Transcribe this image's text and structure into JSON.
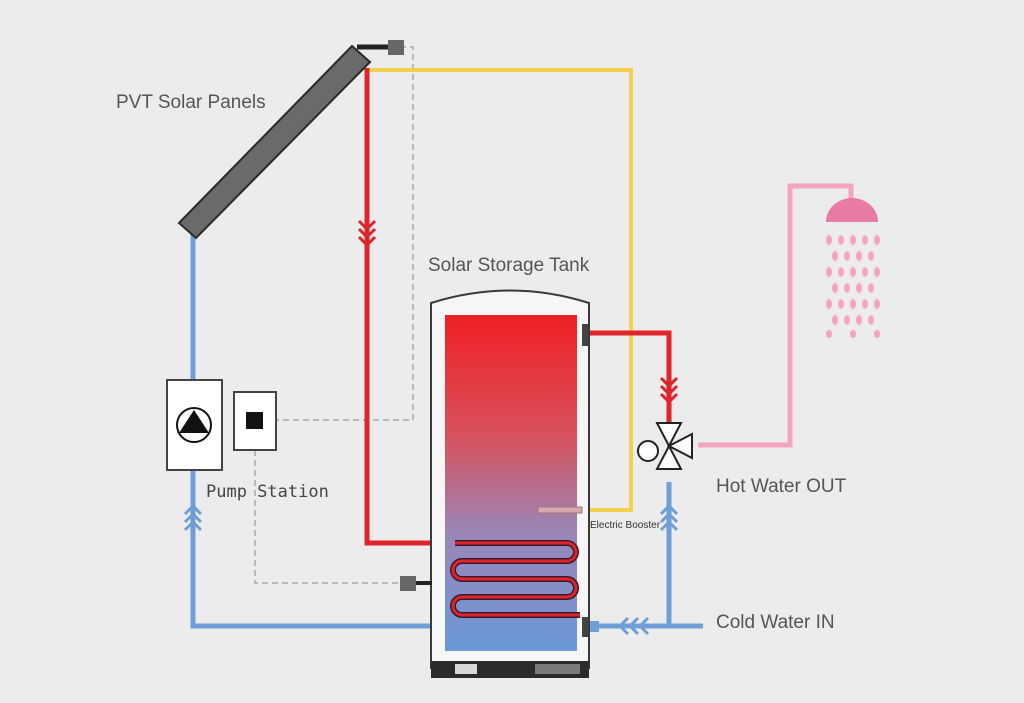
{
  "labels": {
    "panels": "PVT Solar Panels",
    "tank": "Solar Storage Tank",
    "pump_station": "Pump Station",
    "booster": "Electric Booster",
    "hot_out": "Hot Water OUT",
    "cold_in": "Cold Water IN"
  },
  "colors": {
    "background": "#ececec",
    "hot": "#e0242a",
    "cold": "#6f9fd8",
    "signal": "#f2d24c",
    "shower": "#f4a3c3",
    "panel": "#6a6a6a",
    "sensor_line": "#b9b9b9"
  },
  "icons": [
    "pump-icon",
    "controller-icon",
    "three-way-valve-icon",
    "shower-head-icon",
    "flow-arrow-icon"
  ]
}
